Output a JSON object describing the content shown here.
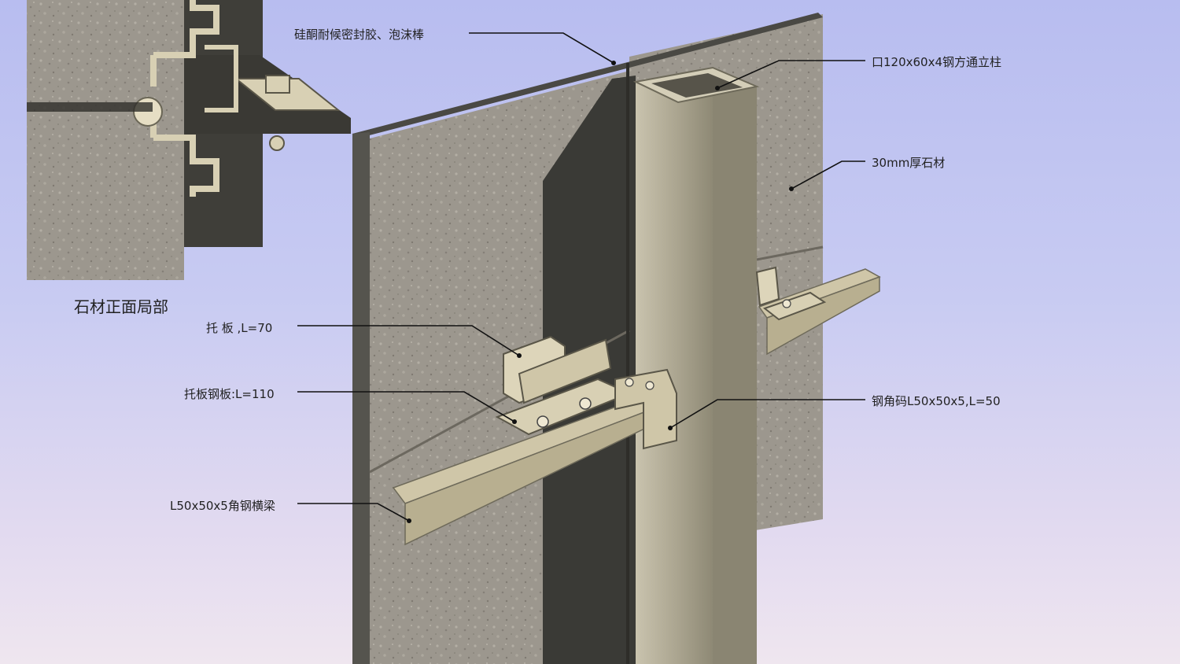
{
  "inset": {
    "title": "石材正面局部"
  },
  "callouts": {
    "sealant": "硅酮耐候密封胶、泡沫棒",
    "steel_column": "口120x60x4钢方通立柱",
    "stone": "30mm厚石材",
    "pallet": "托 板 ,L=70",
    "pallet_connector": "托板钢板:L=110",
    "angle_bracket": "钢角码L50x50x5,L=50",
    "angle_beam": "L50x50x5角钢横梁"
  },
  "colors": {
    "background_top": "#b8bdf0",
    "stone": "#9a958c",
    "steel": "#a8a290",
    "dark_panel": "#3a3a36",
    "bracket": "#cfc6a8"
  }
}
